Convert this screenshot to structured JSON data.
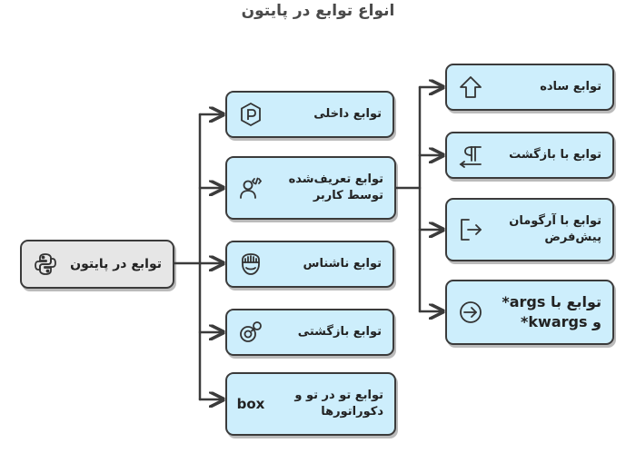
{
  "title": "انواع توابع در پایتون",
  "root": {
    "label": "توابع در پایتون",
    "icon": "python-logo-icon"
  },
  "categories": [
    {
      "label": "توابع داخلی",
      "icon": "package-p-icon"
    },
    {
      "label": "توابع تعریف‌شده توسط کاربر",
      "icon": "user-code-icon"
    },
    {
      "label": "توابع ناشناس",
      "icon": "mask-icon"
    },
    {
      "label": "توابع بازگشتی",
      "icon": "recursive-loop-icon"
    },
    {
      "label": "توابع تو در تو و دکوراتورها",
      "icon": "box-icon",
      "icon_text": "box"
    }
  ],
  "subcategories": [
    {
      "label": "توابع ساده",
      "icon": "arrow-up-icon"
    },
    {
      "label": "توابع با بازگشت",
      "icon": "return-value-icon"
    },
    {
      "label": "توابع با آرگومان پیش‌فرض",
      "icon": "default-arg-icon"
    },
    {
      "label": "توابع با args* و kwargs*",
      "icon": "arrow-in-circle-icon"
    }
  ]
}
